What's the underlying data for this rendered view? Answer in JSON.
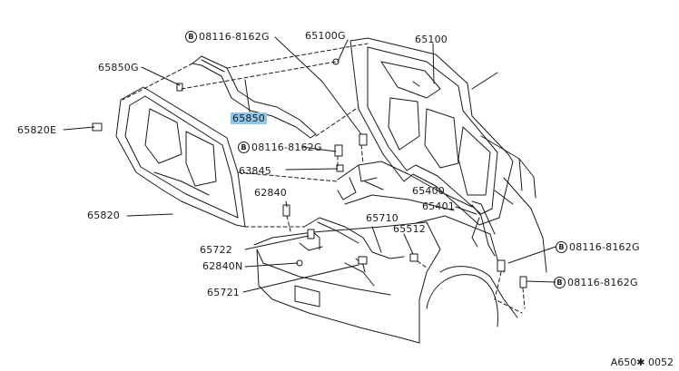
{
  "parts": [
    {
      "id": "p1",
      "label": "08116-8162G",
      "bolt": true,
      "badge": "B"
    },
    {
      "id": "p2",
      "label": "65100G"
    },
    {
      "id": "p3",
      "label": "65100"
    },
    {
      "id": "p4",
      "label": "65850G"
    },
    {
      "id": "p5",
      "label": "65850",
      "highlight": true
    },
    {
      "id": "p6",
      "label": "65820E"
    },
    {
      "id": "p7",
      "label": "08116-8162G",
      "bolt": true,
      "badge": "B"
    },
    {
      "id": "p8",
      "label": "63845"
    },
    {
      "id": "p9",
      "label": "65400"
    },
    {
      "id": "p10",
      "label": "62840"
    },
    {
      "id": "p11",
      "label": "65401"
    },
    {
      "id": "p12",
      "label": "65820"
    },
    {
      "id": "p13",
      "label": "65710"
    },
    {
      "id": "p14",
      "label": "65512"
    },
    {
      "id": "p15",
      "label": "65722"
    },
    {
      "id": "p16",
      "label": "08116-8162G",
      "bolt": true,
      "badge": "B"
    },
    {
      "id": "p17",
      "label": "62840N"
    },
    {
      "id": "p18",
      "label": "08116-8162G",
      "bolt": true,
      "badge": "B"
    },
    {
      "id": "p19",
      "label": "65721"
    }
  ],
  "footer": {
    "code": "A650✱ 0052"
  },
  "colors": {
    "line": "#1a1a1a",
    "highlight": "#8fc7ea"
  }
}
